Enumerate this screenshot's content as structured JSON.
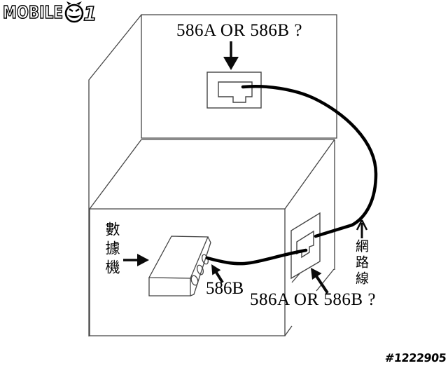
{
  "page": {
    "background": "#ffffff",
    "line_color": "#444444",
    "cable_color": "#000000"
  },
  "logo": {
    "brand_text": "MOBILE",
    "suffix_text": "1",
    "zero_icon": "devil-face"
  },
  "watermark": {
    "text": "#1222905"
  },
  "diagram": {
    "top_outlet": {
      "question": "586A OR 586B ?"
    },
    "bottom_outlet": {
      "question": "586A OR 586B ?"
    },
    "modem": {
      "label": "數據機",
      "port_label": "586B"
    },
    "cable": {
      "label": "網路線"
    }
  }
}
